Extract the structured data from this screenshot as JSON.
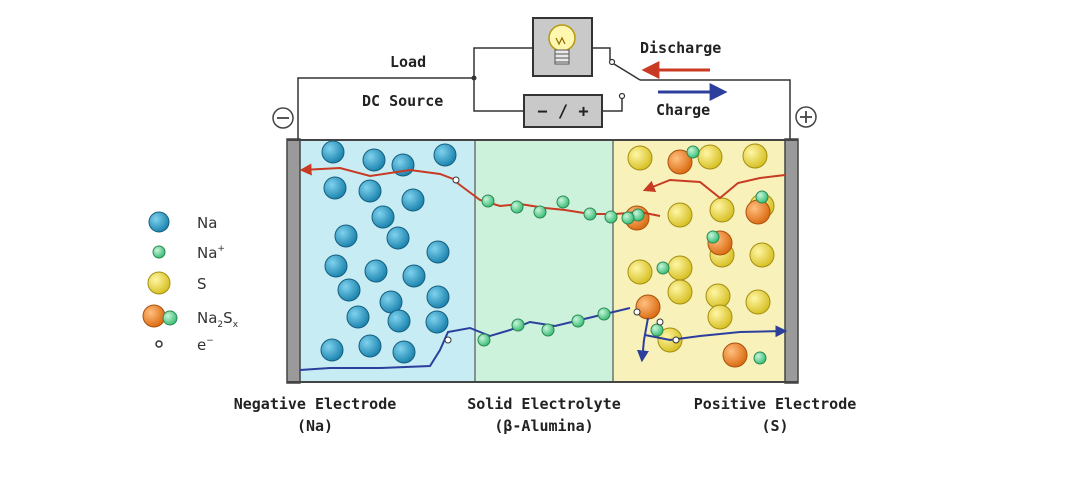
{
  "circuit": {
    "load_label": "Load",
    "dc_source_label": "DC Source",
    "dc_source_symbol": "− / +",
    "discharge_label": "Discharge",
    "charge_label": "Charge",
    "negative_terminal": "⊖",
    "positive_terminal": "⊕"
  },
  "legend": {
    "na": "Na",
    "na_ion": "Na",
    "na_ion_sup": "+",
    "s": "S",
    "na2sx_base": "Na",
    "na2sx_sub1": "2",
    "na2sx_mid": "S",
    "na2sx_sub2": "x",
    "electron": "e",
    "electron_sup": "−"
  },
  "sections": {
    "negative_title": "Negative Electrode",
    "negative_sub": "(Na)",
    "electrolyte_title": "Solid Electrolyte",
    "electrolyte_sub": "(β-Alumina)",
    "positive_title": "Positive Electrode",
    "positive_sub": "(S)"
  },
  "colors": {
    "negative_bg": "#c7ecf4",
    "electrolyte_bg": "#cdf2dc",
    "positive_bg": "#f8f1ba",
    "na_atom": "#2b9ec9",
    "na_ion": "#6cd39a",
    "sulfur": "#efde45",
    "polysulfide": "#ef8a2a",
    "discharge_arrow": "#c83a22",
    "charge_arrow": "#2c3f9c",
    "current_collector": "#9a9a9a"
  },
  "icons": {
    "bulb": "lightbulb-icon",
    "battery": "dc-source-icon"
  }
}
